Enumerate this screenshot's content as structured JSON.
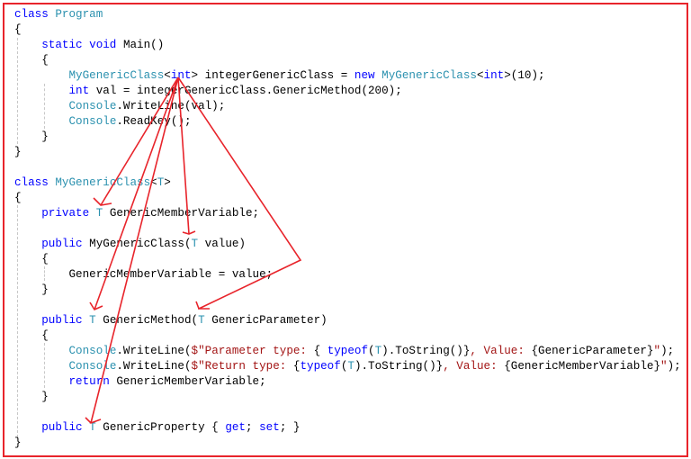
{
  "colors": {
    "keyword": "#0000ff",
    "type": "#2b91af",
    "string": "#a31515",
    "annotation": "#e8242b"
  },
  "code_lines": [
    [
      [
        "kw",
        "class "
      ],
      [
        "ty",
        "Program"
      ]
    ],
    [
      [
        "pl",
        "{"
      ]
    ],
    [
      [
        "pl",
        "    "
      ],
      [
        "kw",
        "static void "
      ],
      [
        "pl",
        "Main()"
      ]
    ],
    [
      [
        "pl",
        "    {"
      ]
    ],
    [
      [
        "pl",
        "        "
      ],
      [
        "ty",
        "MyGenericClass"
      ],
      [
        "pl",
        "<"
      ],
      [
        "kw",
        "int"
      ],
      [
        "pl",
        "> integerGenericClass = "
      ],
      [
        "kw",
        "new "
      ],
      [
        "ty",
        "MyGenericClass"
      ],
      [
        "pl",
        "<"
      ],
      [
        "kw",
        "int"
      ],
      [
        "pl",
        ">(10);"
      ]
    ],
    [
      [
        "pl",
        "        "
      ],
      [
        "kw",
        "int "
      ],
      [
        "pl",
        "val = integerGenericClass.GenericMethod(200);"
      ]
    ],
    [
      [
        "pl",
        "        "
      ],
      [
        "ty",
        "Console"
      ],
      [
        "pl",
        ".WriteLine(val);"
      ]
    ],
    [
      [
        "pl",
        "        "
      ],
      [
        "ty",
        "Console"
      ],
      [
        "pl",
        ".ReadKey();"
      ]
    ],
    [
      [
        "pl",
        "    }"
      ]
    ],
    [
      [
        "pl",
        "}"
      ]
    ],
    [],
    [
      [
        "kw",
        "class "
      ],
      [
        "ty",
        "MyGenericClass"
      ],
      [
        "pl",
        "<"
      ],
      [
        "ty",
        "T"
      ],
      [
        "pl",
        ">"
      ]
    ],
    [
      [
        "pl",
        "{"
      ]
    ],
    [
      [
        "pl",
        "    "
      ],
      [
        "kw",
        "private "
      ],
      [
        "ty",
        "T "
      ],
      [
        "pl",
        "GenericMemberVariable;"
      ]
    ],
    [],
    [
      [
        "pl",
        "    "
      ],
      [
        "kw",
        "public "
      ],
      [
        "pl",
        "MyGenericClass("
      ],
      [
        "ty",
        "T "
      ],
      [
        "pl",
        "value)"
      ]
    ],
    [
      [
        "pl",
        "    {"
      ]
    ],
    [
      [
        "pl",
        "        GenericMemberVariable = value;"
      ]
    ],
    [
      [
        "pl",
        "    }"
      ]
    ],
    [],
    [
      [
        "pl",
        "    "
      ],
      [
        "kw",
        "public "
      ],
      [
        "ty",
        "T "
      ],
      [
        "pl",
        "GenericMethod("
      ],
      [
        "ty",
        "T "
      ],
      [
        "pl",
        "GenericParameter)"
      ]
    ],
    [
      [
        "pl",
        "    {"
      ]
    ],
    [
      [
        "pl",
        "        "
      ],
      [
        "ty",
        "Console"
      ],
      [
        "pl",
        ".WriteLine("
      ],
      [
        "st",
        "$\"Parameter type: "
      ],
      [
        "pl",
        "{ "
      ],
      [
        "kw",
        "typeof"
      ],
      [
        "pl",
        "("
      ],
      [
        "ty",
        "T"
      ],
      [
        "pl",
        ").ToString()}"
      ],
      [
        "st",
        ", Value: "
      ],
      [
        "pl",
        "{GenericParameter}"
      ],
      [
        "st",
        "\""
      ],
      [
        "pl",
        ");"
      ]
    ],
    [
      [
        "pl",
        "        "
      ],
      [
        "ty",
        "Console"
      ],
      [
        "pl",
        ".WriteLine("
      ],
      [
        "st",
        "$\"Return type: "
      ],
      [
        "pl",
        "{"
      ],
      [
        "kw",
        "typeof"
      ],
      [
        "pl",
        "("
      ],
      [
        "ty",
        "T"
      ],
      [
        "pl",
        ").ToString()}"
      ],
      [
        "st",
        ", Value: "
      ],
      [
        "pl",
        "{GenericMemberVariable}"
      ],
      [
        "st",
        "\""
      ],
      [
        "pl",
        ");"
      ]
    ],
    [
      [
        "pl",
        "        "
      ],
      [
        "kw",
        "return "
      ],
      [
        "pl",
        "GenericMemberVariable;"
      ]
    ],
    [
      [
        "pl",
        "    }"
      ]
    ],
    [],
    [
      [
        "pl",
        "    "
      ],
      [
        "kw",
        "public "
      ],
      [
        "ty",
        "T "
      ],
      [
        "pl",
        "GenericProperty { "
      ],
      [
        "kw",
        "get"
      ],
      [
        "pl",
        "; "
      ],
      [
        "kw",
        "set"
      ],
      [
        "pl",
        "; }"
      ]
    ],
    [
      [
        "pl",
        "}"
      ]
    ]
  ]
}
